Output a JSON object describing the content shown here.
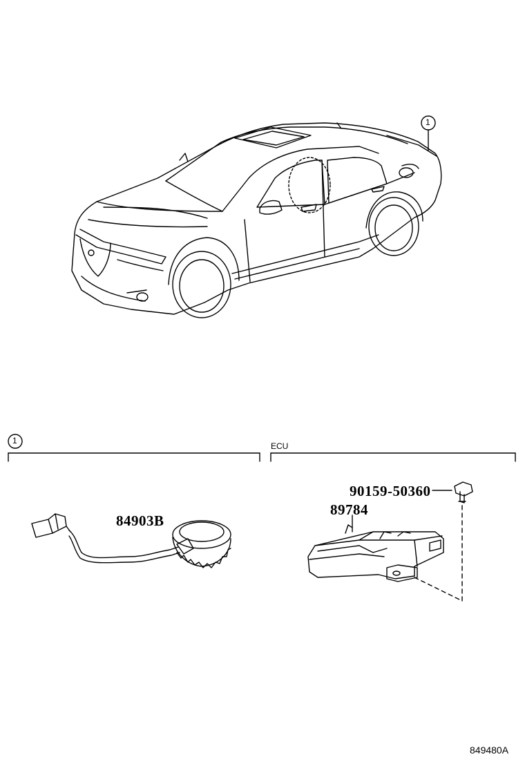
{
  "callout": {
    "marker": "1"
  },
  "sections": {
    "left": {
      "marker": "1"
    },
    "right": {
      "title": "ECU"
    }
  },
  "parts": {
    "sensor": "84903B",
    "ecu": "89784",
    "bolt": "90159-50360"
  },
  "diagram_code": "849480A"
}
